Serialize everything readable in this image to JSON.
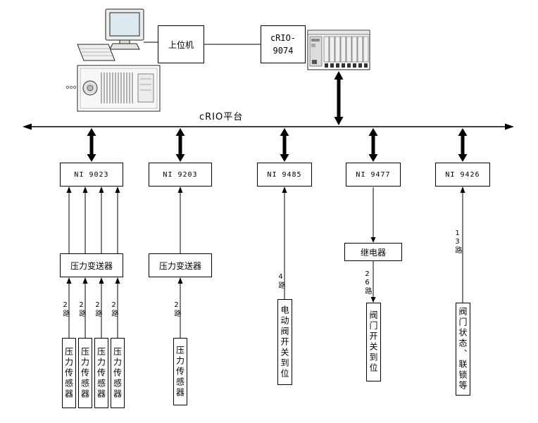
{
  "diagram": {
    "platform_label": "cRIO平台",
    "host_label": "上位机",
    "controller_label": "cRIO-9074",
    "modules": [
      {
        "label": "NI 9023"
      },
      {
        "label": "NI 9203"
      },
      {
        "label": "NI 9485"
      },
      {
        "label": "NI 9477"
      },
      {
        "label": "NI 9426"
      }
    ],
    "transmitter_label": "压力变送器",
    "sensor_label": "压力传感器",
    "relay_label": "继电器",
    "channels": {
      "c2": "2路",
      "c4": "4路",
      "c13": "13路",
      "c26": "26路"
    },
    "end_devices": {
      "motor_valve": "电动阀开关到位",
      "valve_switch": "阀门开关到位",
      "valve_status": "阀门状态、联锁等"
    }
  }
}
